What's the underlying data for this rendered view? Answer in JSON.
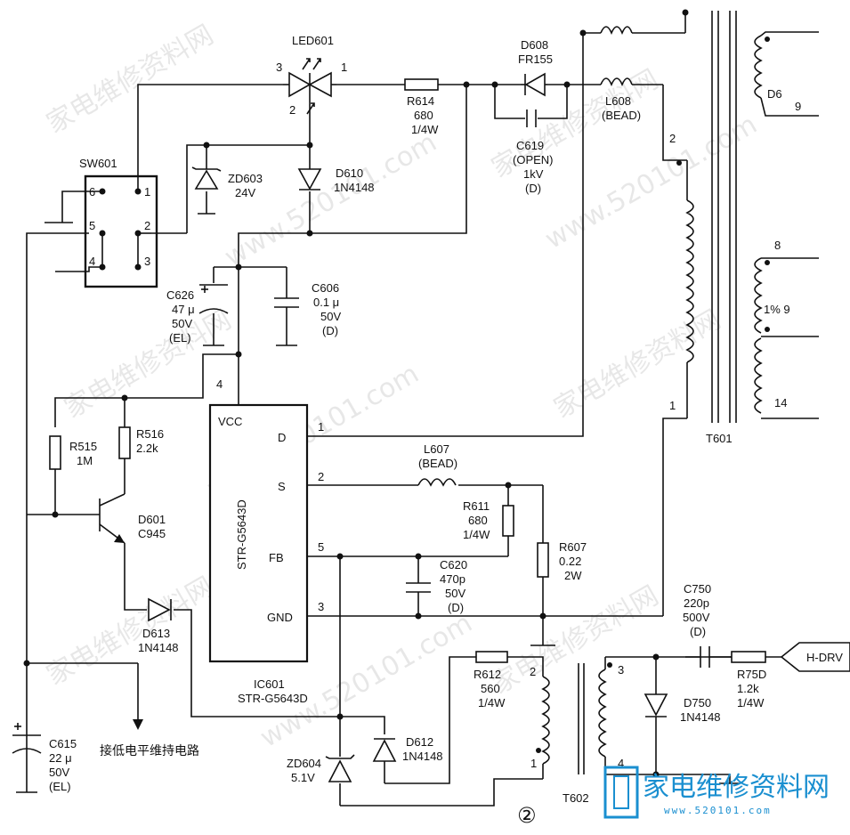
{
  "diagram_number": "②",
  "watermark": {
    "brand": "家电维修资料网",
    "url": "www.520101.com"
  },
  "logo": {
    "text": "家电维修资料网",
    "url": "www.520101.com"
  },
  "parts": {
    "led601": {
      "ref": "LED601",
      "pin3": "3",
      "pin1": "1",
      "pin2": "2"
    },
    "sw601": {
      "ref": "SW601",
      "pins": [
        "6",
        "5",
        "4",
        "1",
        "2",
        "3"
      ]
    },
    "zd603": {
      "ref": "ZD603",
      "value": "24V"
    },
    "d610": {
      "ref": "D610",
      "value": "1N4148"
    },
    "r614": {
      "ref": "R614",
      "value": "680",
      "rating": "1/4W"
    },
    "d608": {
      "ref": "D608",
      "value": "FR155"
    },
    "c619": {
      "ref": "C619",
      "note": "(OPEN)",
      "value": "1kV",
      "type": "(D)"
    },
    "l608": {
      "ref": "L608",
      "value": "(BEAD)"
    },
    "c626": {
      "ref": "C626",
      "value": "47 μ",
      "rating": "50V",
      "type": "(EL)"
    },
    "c606": {
      "ref": "C606",
      "value": "0.1 μ",
      "rating": "50V",
      "type": "(D)"
    },
    "r516": {
      "ref": "R516",
      "value": "2.2k"
    },
    "r515": {
      "ref": "R515",
      "value": "1M"
    },
    "q601": {
      "ref": "D601",
      "value": "C945"
    },
    "d613": {
      "ref": "D613",
      "value": "1N4148"
    },
    "ic601": {
      "ref": "IC601",
      "part": "STR-G5643D",
      "body_text": "STR-G5643D",
      "vcc": "VCC",
      "d": "D",
      "s": "S",
      "fb": "FB",
      "gnd": "GND",
      "pin_vcc": "4",
      "pin_d": "1",
      "pin_s": "2",
      "pin_fb": "5",
      "pin_gnd": "3"
    },
    "l607": {
      "ref": "L607",
      "value": "(BEAD)"
    },
    "r611": {
      "ref": "R611",
      "value": "680",
      "rating": "1/4W"
    },
    "r607": {
      "ref": "R607",
      "value": "0.22",
      "rating": "2W"
    },
    "c620": {
      "ref": "C620",
      "value": "470p",
      "rating": "50V",
      "type": "(D)"
    },
    "c615": {
      "ref": "C615",
      "value": "22 μ",
      "rating": "50V",
      "type": "(EL)"
    },
    "low_level_note": "接低电平维持电路",
    "r612": {
      "ref": "R612",
      "value": "560",
      "rating": "1/4W"
    },
    "zd604": {
      "ref": "ZD604",
      "value": "5.1V"
    },
    "d612": {
      "ref": "D612",
      "value": "1N4148"
    },
    "t602": {
      "ref": "T602",
      "pin2": "2",
      "pin1": "1",
      "pin3": "3",
      "pin4": "4"
    },
    "c750": {
      "ref": "C750",
      "value": "220p",
      "rating": "500V",
      "type": "(D)"
    },
    "r750": {
      "ref": "R75D",
      "value": "1.2k",
      "rating": "1/4W"
    },
    "d750": {
      "ref": "D750",
      "value": "1N4148"
    },
    "hdrv": {
      "label": "H-DRV"
    },
    "t601": {
      "ref": "T601",
      "pin2": "2",
      "pin1": "1",
      "pin8": "8",
      "pin9": "1% 9",
      "pin14": "14",
      "pin_top": "D6",
      "pin_top_num": "9"
    }
  }
}
